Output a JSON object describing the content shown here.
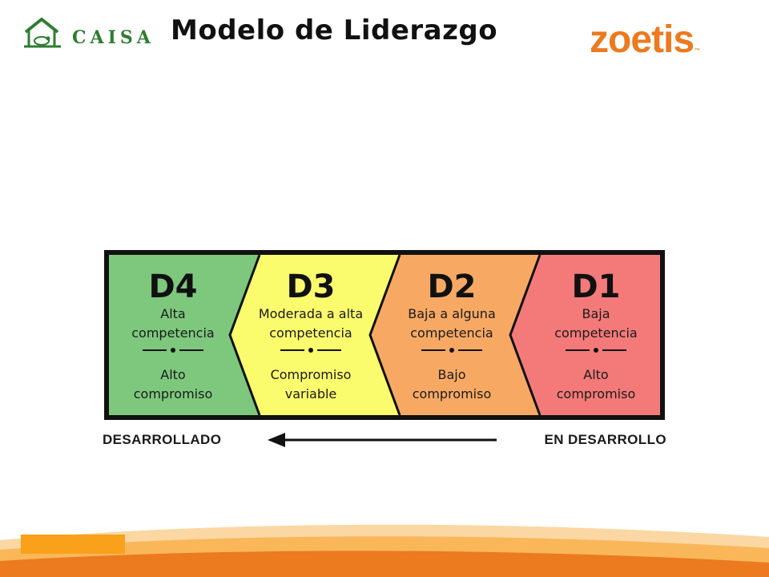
{
  "header": {
    "title": "Modelo de Liderazgo",
    "caisa_logo_text": "CAISA",
    "zoetis_logo_text": "zoetis",
    "zoetis_tm": "™"
  },
  "diagram": {
    "stages": [
      {
        "code": "D4",
        "competence_lines": [
          "Alta",
          "competencia"
        ],
        "commitment_lines": [
          "Alto",
          "compromiso"
        ],
        "color": "#7ec87e"
      },
      {
        "code": "D3",
        "competence_lines": [
          "Moderada a alta",
          "competencia"
        ],
        "commitment_lines": [
          "Compromiso",
          "variable"
        ],
        "color": "#fbfb6e"
      },
      {
        "code": "D2",
        "competence_lines": [
          "Baja a alguna",
          "competencia"
        ],
        "commitment_lines": [
          "Bajo",
          "compromiso"
        ],
        "color": "#f7a964"
      },
      {
        "code": "D1",
        "competence_lines": [
          "Baja",
          "competencia"
        ],
        "commitment_lines": [
          "Alto",
          "compromiso"
        ],
        "color": "#f47a7a"
      }
    ],
    "scale_left": "DESARROLLADO",
    "scale_right": "EN DESARROLLO"
  },
  "colors": {
    "title": "#111111",
    "caisa_green": "#2e7d32",
    "zoetis_orange": "#ec7a1f",
    "footer_orange": "#f9a11b"
  }
}
